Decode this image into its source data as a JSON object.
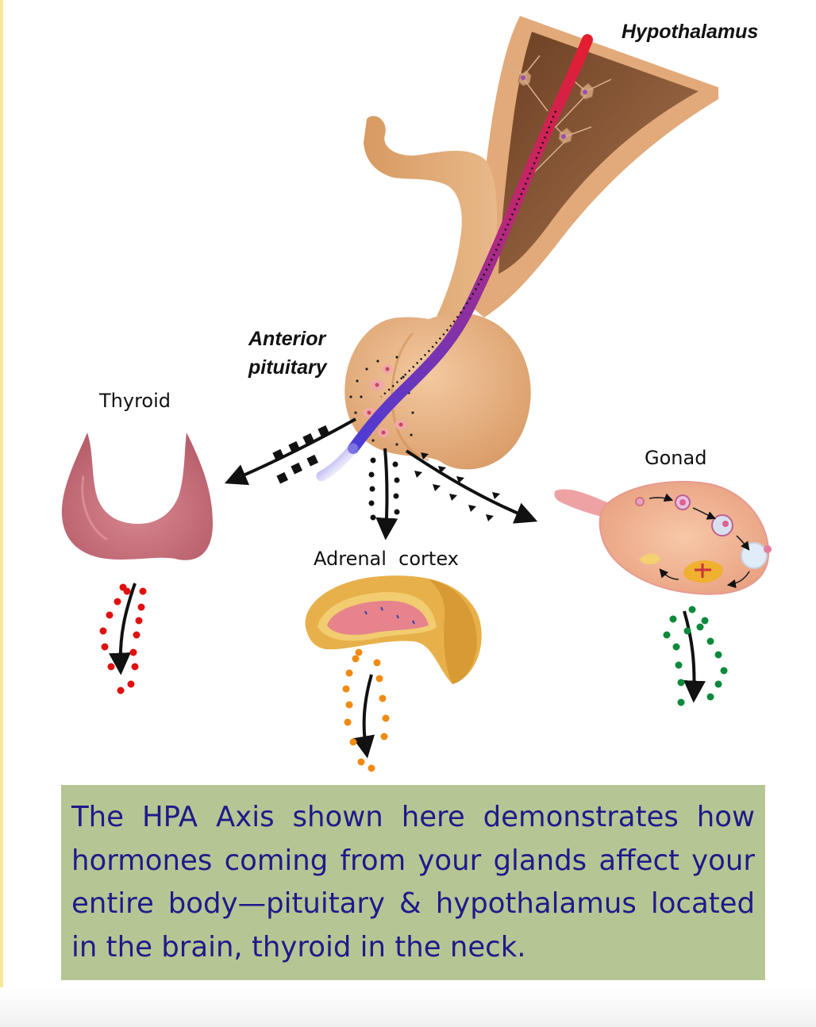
{
  "labels": {
    "hypothalamus": "Hypothalamus",
    "anterior_pituitary_line1": "Anterior",
    "anterior_pituitary_line2": "pituitary",
    "thyroid": "Thyroid",
    "adrenal_cortex": "Adrenal  cortex",
    "gonad": "Gonad"
  },
  "caption": {
    "text": "The HPA Axis shown here demonstrates how hormones coming from your glands affect your entire body—pituitary & hypothalamus located in the brain, thyroid in the neck."
  },
  "colors": {
    "pituitary": "#e6b084",
    "brain_tract": "#8a5a3a",
    "thyroid": "#c9727e",
    "adrenal_outer": "#e8b04a",
    "adrenal_inner": "#e6838c",
    "gonad": "#f0b7a0",
    "thyroid_hormone": "#e01010",
    "adrenal_hormone": "#f08a10",
    "gonad_hormone": "#0a8a3a",
    "caption_bg": "#b5c694",
    "caption_text": "#1f1a8a"
  }
}
